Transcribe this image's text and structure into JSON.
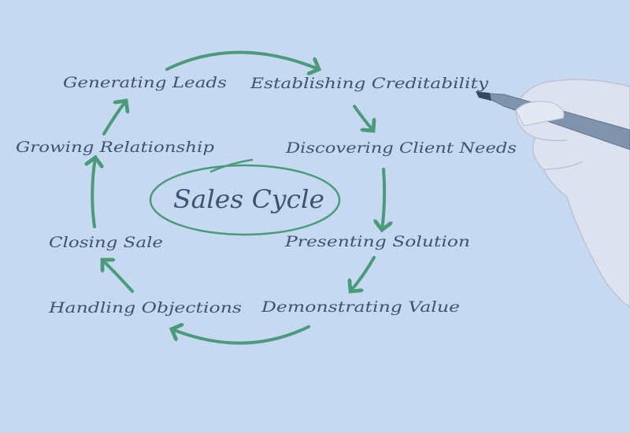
{
  "title": "Sales Cycle",
  "steps": [
    "Generating Leads",
    "Establishing Creditability",
    "Discovering Client Needs",
    "Presenting Solution",
    "Demonstrating Value",
    "Handling Objections",
    "Closing Sale",
    "Growing Relationship"
  ],
  "colors": {
    "background": "#c6d9f0",
    "text": "#3f5273",
    "arrows": "#4c9a7c"
  }
}
